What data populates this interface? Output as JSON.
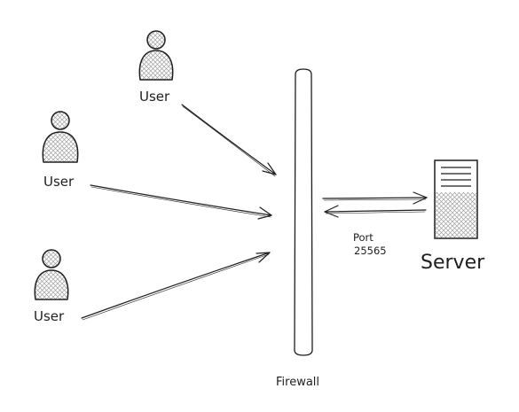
{
  "diagram": {
    "users": [
      {
        "label": "User"
      },
      {
        "label": "User"
      },
      {
        "label": "User"
      }
    ],
    "firewall": {
      "label": "Firewall"
    },
    "server": {
      "label": "Server"
    },
    "connection": {
      "port_label": "Port",
      "port_number": "25565"
    }
  },
  "colors": {
    "stroke": "#1e1e1e",
    "hatch": "#9a9a9a",
    "background": "#ffffff"
  }
}
